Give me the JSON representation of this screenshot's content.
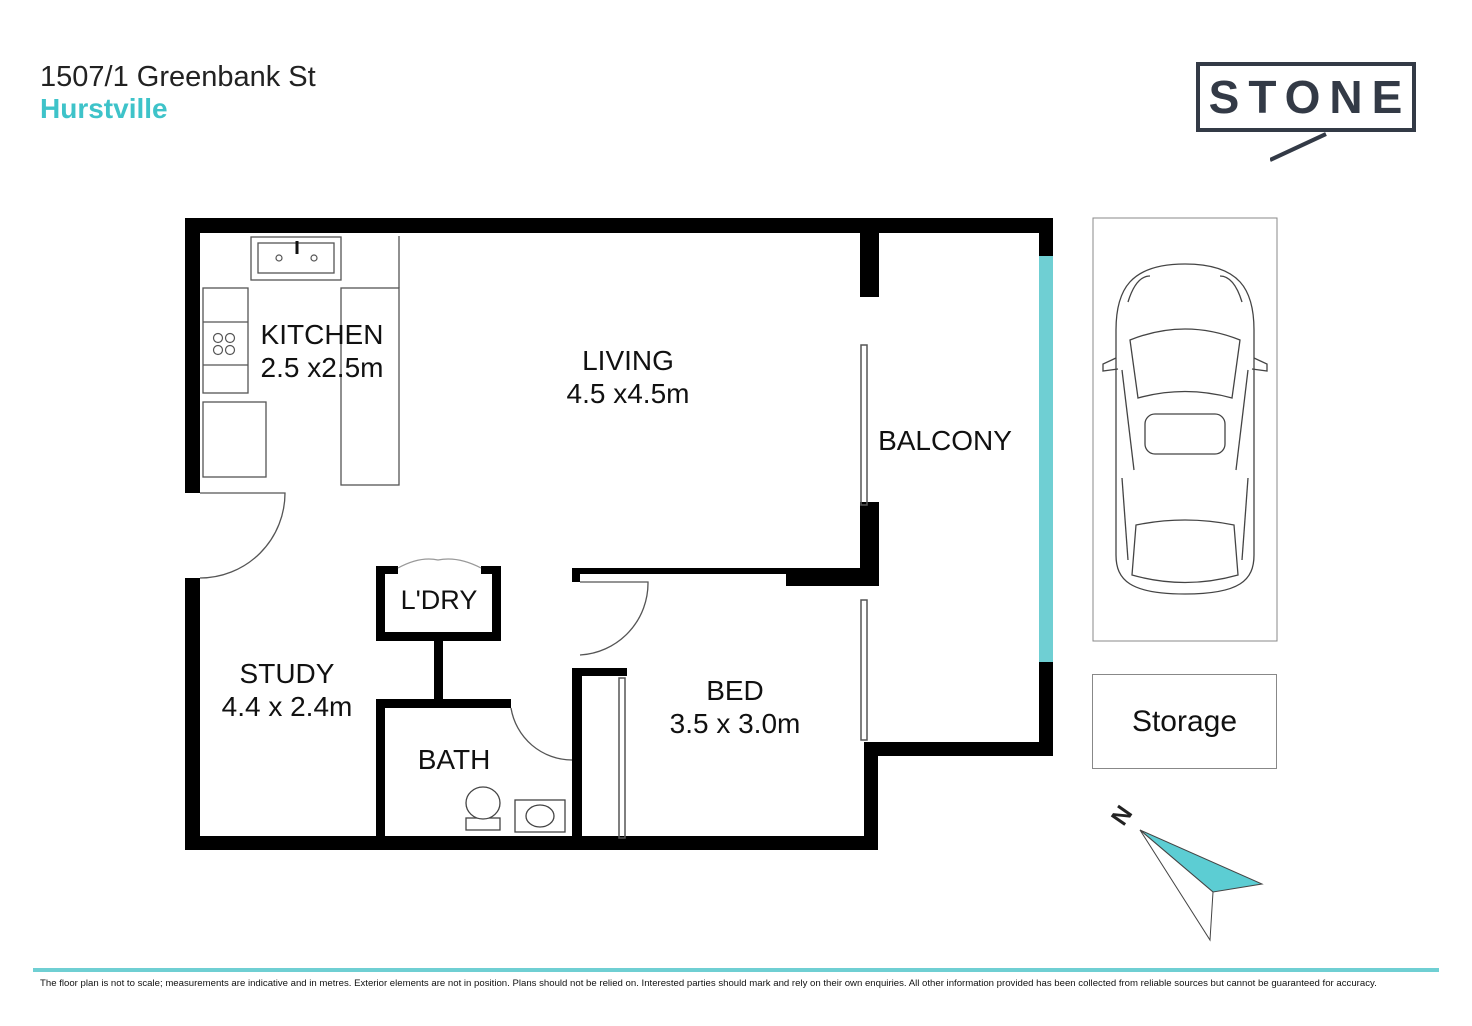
{
  "header": {
    "address": "1507/1 Greenbank St",
    "suburb": "Hurstville"
  },
  "brand": {
    "logo_text": "STONE",
    "logo_color": "#333a46",
    "accent_color": "#3ec3c9"
  },
  "rooms": [
    {
      "name": "KITCHEN",
      "size": "2.5 x2.5m"
    },
    {
      "name": "LIVING",
      "size": "4.5 x4.5m"
    },
    {
      "name": "BALCONY",
      "size": ""
    },
    {
      "name": "L'DRY",
      "size": ""
    },
    {
      "name": "STUDY",
      "size": "4.4 x 2.4m"
    },
    {
      "name": "BATH",
      "size": ""
    },
    {
      "name": "BED",
      "size": "3.5 x 3.0m"
    }
  ],
  "storage": {
    "label": "Storage"
  },
  "compass": {
    "label": "N"
  },
  "disclaimer": "The floor plan is not to scale; measurements are indicative and in metres. Exterior elements are not in position. Plans should not be relied on. Interested parties should mark and rely on their own enquiries. All other information provided has been collected from reliable sources but cannot be guaranteed for accuracy."
}
